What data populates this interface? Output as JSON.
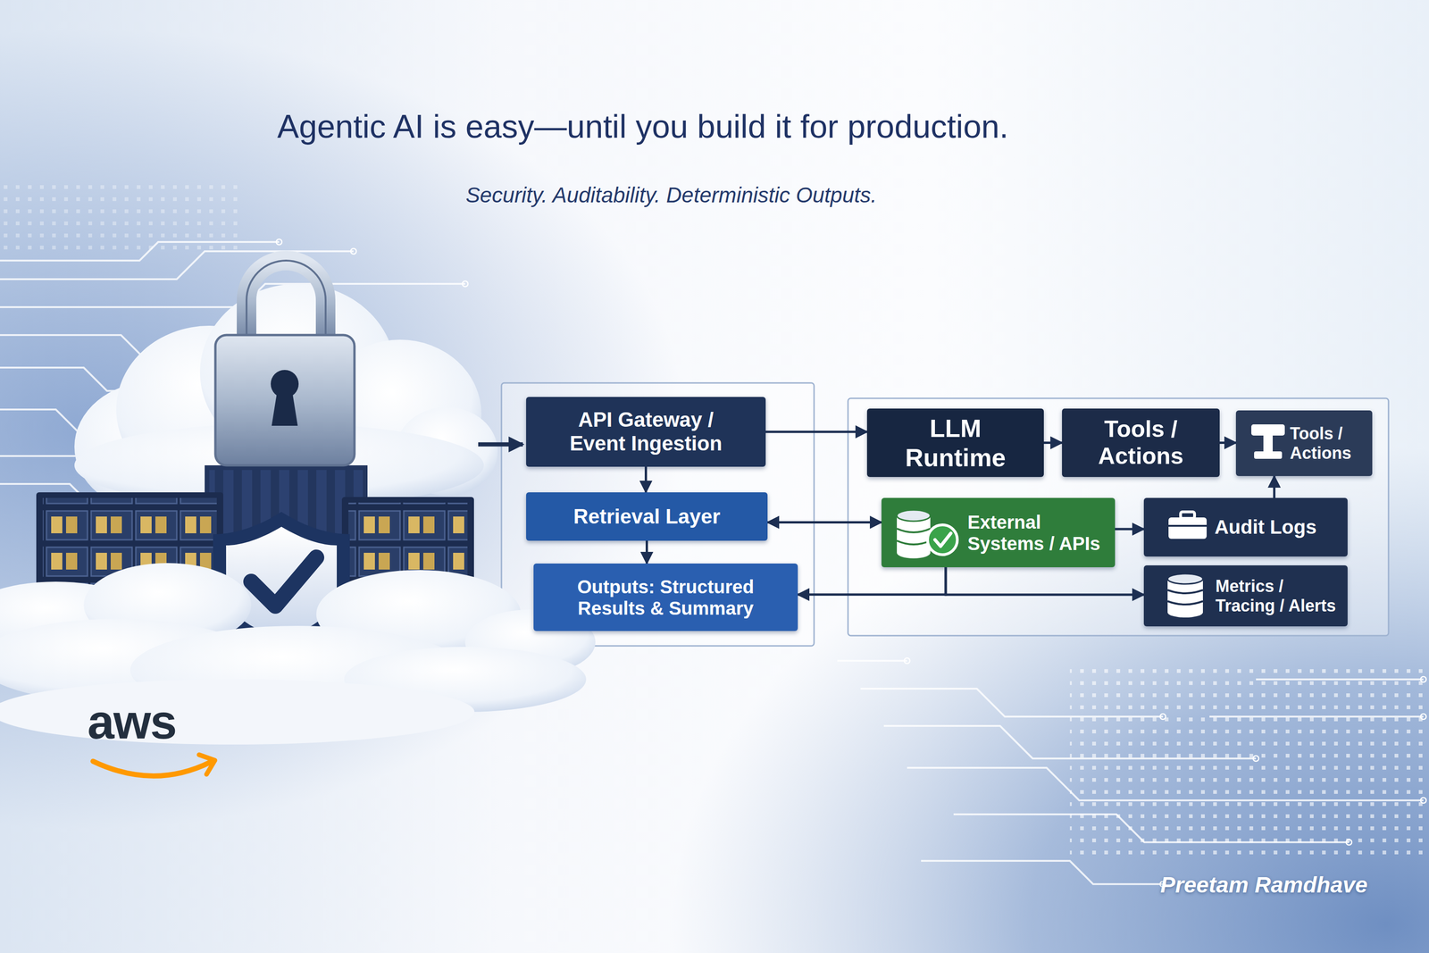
{
  "diagram": {
    "title": "Agentic AI is easy—until you build it for production.",
    "caption": "Security. Auditability. Deterministic Outputs.",
    "nodes": [
      {
        "text": [
          "API Gateway / Event Ingestion"
        ]
      },
      {
        "text": [
          "Retrieval Layer"
        ]
      },
      {
        "text": [
          "Outputs: Structured Results & Summary"
        ]
      },
      {
        "text": [
          "LLM Runtime"
        ]
      },
      {
        "text": [
          "Tools / Actions"
        ]
      },
      {
        "text": [
          "Tools / Actions"
        ]
      },
      {
        "text": [
          "External Systems / APIs"
        ]
      },
      {
        "text": [
          "Audit Logs"
        ]
      },
      {
        "text": [
          "Metrics / Tracing / Alerts"
        ]
      }
    ],
    "edges": [
      {
        "from": 0,
        "to": 3,
        "arrow": "to"
      },
      {
        "from": 0,
        "to": 1,
        "arrow": "to"
      },
      {
        "from": 1,
        "to": 2,
        "arrow": "to"
      },
      {
        "from": 1,
        "to": 6,
        "arrow": "both"
      },
      {
        "from": 3,
        "to": 4,
        "arrow": "to"
      },
      {
        "from": 4,
        "to": 5,
        "arrow": "to"
      },
      {
        "from": 6,
        "to": 7,
        "arrow": "to"
      },
      {
        "from": 6,
        "to": 2,
        "arrow": "to"
      },
      {
        "from": 6,
        "to": 8,
        "arrow": "to"
      },
      {
        "from": 7,
        "to": 5,
        "arrow": "to"
      }
    ],
    "labels": [
      "aws",
      "Preetam Ramdhave"
    ]
  }
}
